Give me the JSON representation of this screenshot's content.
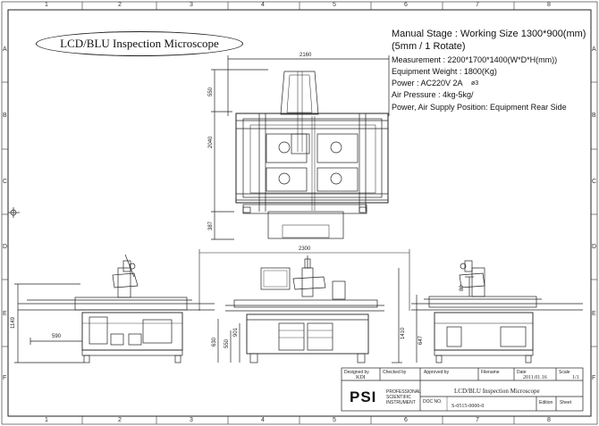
{
  "drawing_title": "LCD/BLU Inspection Microscope",
  "specs": {
    "line1": "Manual Stage : Working Size 1300*900(mm)",
    "line2": "(5mm / 1 Rotate)",
    "line3": "Measurement : 2200*1700*1400(W*D*H(mm))",
    "line4": "Equipment Weight : 1800(Kg)",
    "line5": "Power : AC220V 2A",
    "line5_mark": "ø3",
    "line6": "Air Pressure : 4kg-5kg/",
    "line7": "Power, Air Supply Position: Equipment Rear Side"
  },
  "grid": {
    "columns": [
      "1",
      "2",
      "3",
      "4",
      "5",
      "6",
      "7",
      "8"
    ],
    "rows": [
      "A",
      "B",
      "C",
      "D",
      "E",
      "F"
    ]
  },
  "dimensions": {
    "top_width": "2160",
    "top_h1": "550",
    "top_h2": "2040",
    "top_h3": "387",
    "front_width": "2300",
    "left_h": "1149",
    "left_w": "590",
    "front_h1": "630",
    "front_h2": "550",
    "front_h3": "901",
    "front_h4": "1410",
    "front_h5": "647",
    "right_h": "80"
  },
  "title_block": {
    "designed_by_label": "Designed by",
    "designed_by": "KDI",
    "checked_by_label": "Checked by",
    "approved_by_label": "Approved by",
    "filename_label": "Filename",
    "date_label": "Date",
    "date": "2011.01.16",
    "scale_label": "Scale",
    "scale": "1/1",
    "company_logo": "PSI",
    "company_line1": "PROFESSIONAL",
    "company_line2": "SCIENTIFIC",
    "company_line3": "INSTRUMENT",
    "title": "LCD/BLU Inspection Microscope",
    "doc_no_label": "DOC NO.",
    "doc_no": "S-0515-0000-0",
    "edition_label": "Edition",
    "sheet_label": "Sheet"
  }
}
